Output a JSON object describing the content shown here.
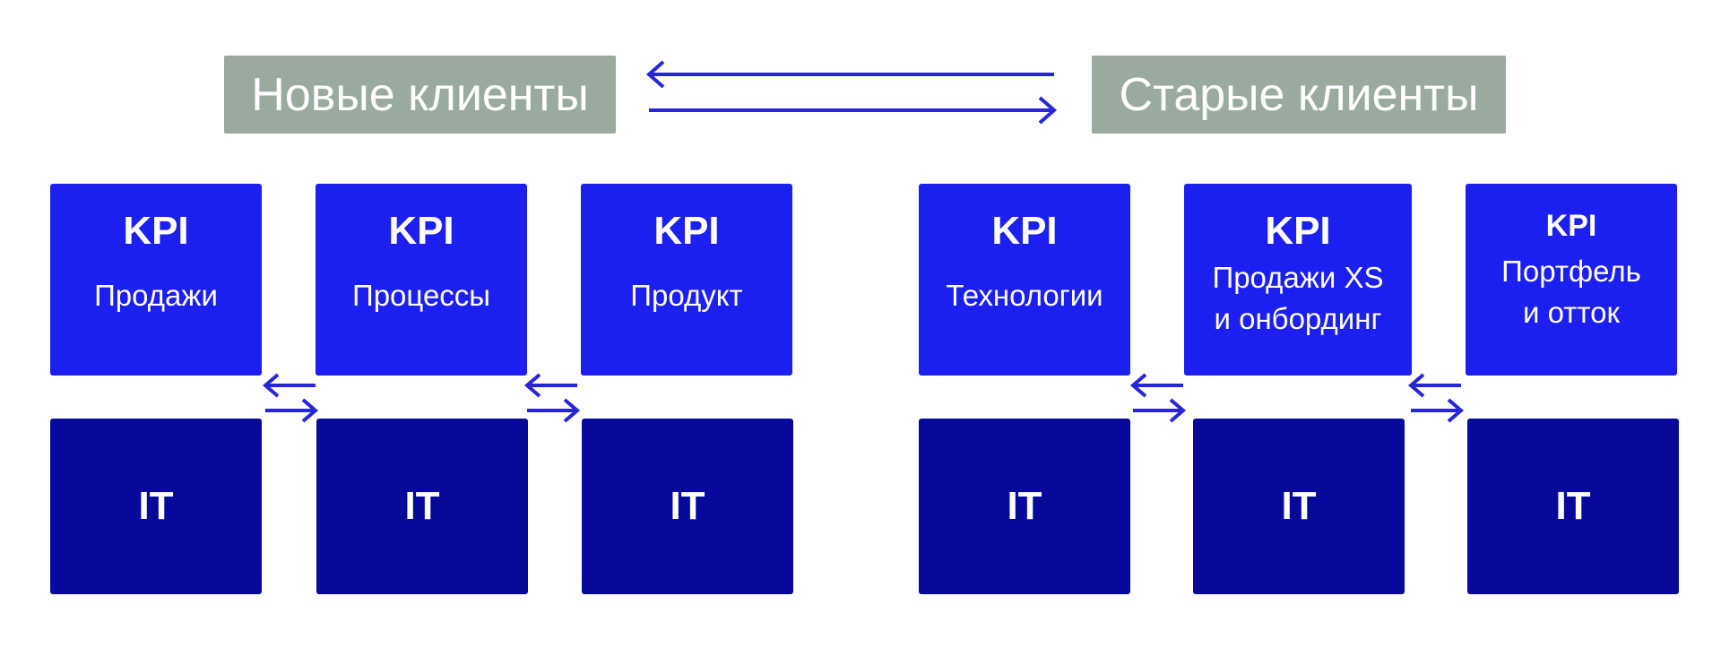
{
  "headers": {
    "new_clients": "Новые клиенты",
    "old_clients": "Старые клиенты"
  },
  "kpi_blocks": [
    {
      "title": "KPI",
      "label": "Продажи"
    },
    {
      "title": "KPI",
      "label": "Процессы"
    },
    {
      "title": "KPI",
      "label": "Продукт"
    },
    {
      "title": "KPI",
      "label": "Технологии"
    },
    {
      "title": "KPI",
      "label_line1": "Продажи XS",
      "label_line2": "и онбординг"
    },
    {
      "title": "KPI",
      "label_line1": "Портфель",
      "label_line2": "и отток"
    }
  ],
  "it_blocks": [
    {
      "label": "IT"
    },
    {
      "label": "IT"
    },
    {
      "label": "IT"
    },
    {
      "label": "IT"
    },
    {
      "label": "IT"
    },
    {
      "label": "IT"
    }
  ],
  "colors": {
    "header_bg": "#9aaa9f",
    "kpi_bg": "#1b1fef",
    "it_bg": "#08089a",
    "arrow": "#2626d9"
  }
}
